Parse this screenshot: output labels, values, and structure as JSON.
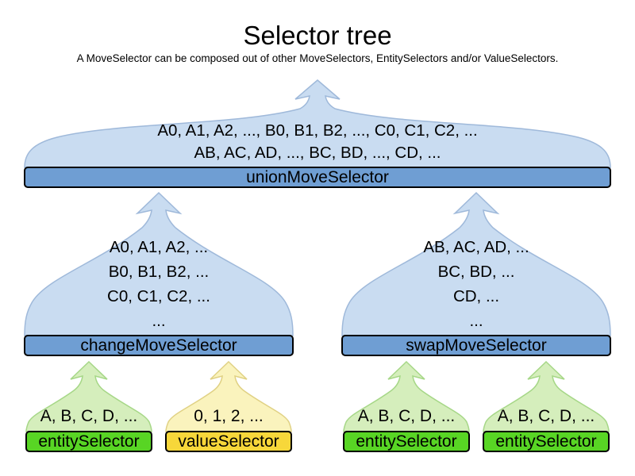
{
  "title": "Selector tree",
  "subtitle": "A MoveSelector can be composed out of other MoveSelectors, EntitySelectors and/or ValueSelectors.",
  "colors": {
    "dome_blue": "#c9dcf1",
    "bar_blue": "#6f9ed3",
    "dome_green": "#d5eebc",
    "bar_green": "#58d524",
    "dome_yellow": "#faf3bd",
    "bar_yellow": "#f7d73a",
    "bar_border": "#000000",
    "text": "#000000"
  },
  "nodes": {
    "union": {
      "label": "unionMoveSelector",
      "lines": [
        "A0, A1, A2, ..., B0, B1, B2, ..., C0, C1, C2, ...",
        "AB, AC, AD, ..., BC, BD, ..., CD, ..."
      ]
    },
    "change": {
      "label": "changeMoveSelector",
      "lines": [
        "A0, A1, A2, ...",
        "B0, B1, B2, ...",
        "C0, C1, C2, ...",
        "..."
      ]
    },
    "swap": {
      "label": "swapMoveSelector",
      "lines": [
        "AB, AC, AD, ...",
        "BC, BD, ...",
        "CD, ...",
        "..."
      ]
    },
    "entity1": {
      "label": "entitySelector",
      "lines": [
        "A, B, C, D, ..."
      ]
    },
    "value1": {
      "label": "valueSelector",
      "lines": [
        "0, 1, 2, ..."
      ]
    },
    "entity2": {
      "label": "entitySelector",
      "lines": [
        "A, B, C, D, ..."
      ]
    },
    "entity3": {
      "label": "entitySelector",
      "lines": [
        "A, B, C, D, ..."
      ]
    }
  }
}
